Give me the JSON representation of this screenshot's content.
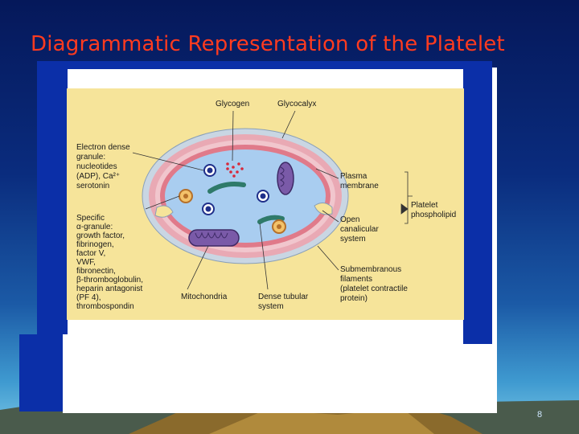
{
  "slide": {
    "title": "Diagrammatic Representation of the Platelet",
    "page_number": "8"
  },
  "diagram": {
    "labels": {
      "glycogen": "Glycogen",
      "glycocalyx": "Glycocalyx",
      "dense_granule": [
        "Electron dense",
        "granule:",
        "nucleotides",
        "(ADP), Ca²⁺",
        "serotonin"
      ],
      "specific_granule": [
        "Specific",
        "α-granule:",
        "growth factor,",
        "fibrinogen,",
        "factor V,",
        "VWF,",
        "fibronectin,",
        "β-thromboglobulin,",
        "heparin antagonist",
        "(PF 4),",
        "thrombospondin"
      ],
      "mitochondria": "Mitochondria",
      "dense_tubular": [
        "Dense tubular",
        "system"
      ],
      "plasma_membrane": [
        "Plasma",
        "membrane"
      ],
      "open_canalicular": [
        "Open",
        "canalicular",
        "system"
      ],
      "platelet_phospholipid": [
        "Platelet",
        "phospholipid"
      ],
      "submembranous": [
        "Submembranous",
        "filaments",
        "(platelet contractile",
        "protein)"
      ]
    },
    "colors": {
      "background": "#f6e49a",
      "cytoplasm": "#a9cdf0",
      "membrane_bands": "#e07a8a",
      "outer_coat": "#c9d6e3",
      "mitochondria": "#7a5aa8",
      "tubular": "#2f7a6a",
      "dense_granule": "#1f2f8a",
      "alpha_granule": "#e0962a",
      "glycogen_dots": "#d8283a"
    }
  }
}
